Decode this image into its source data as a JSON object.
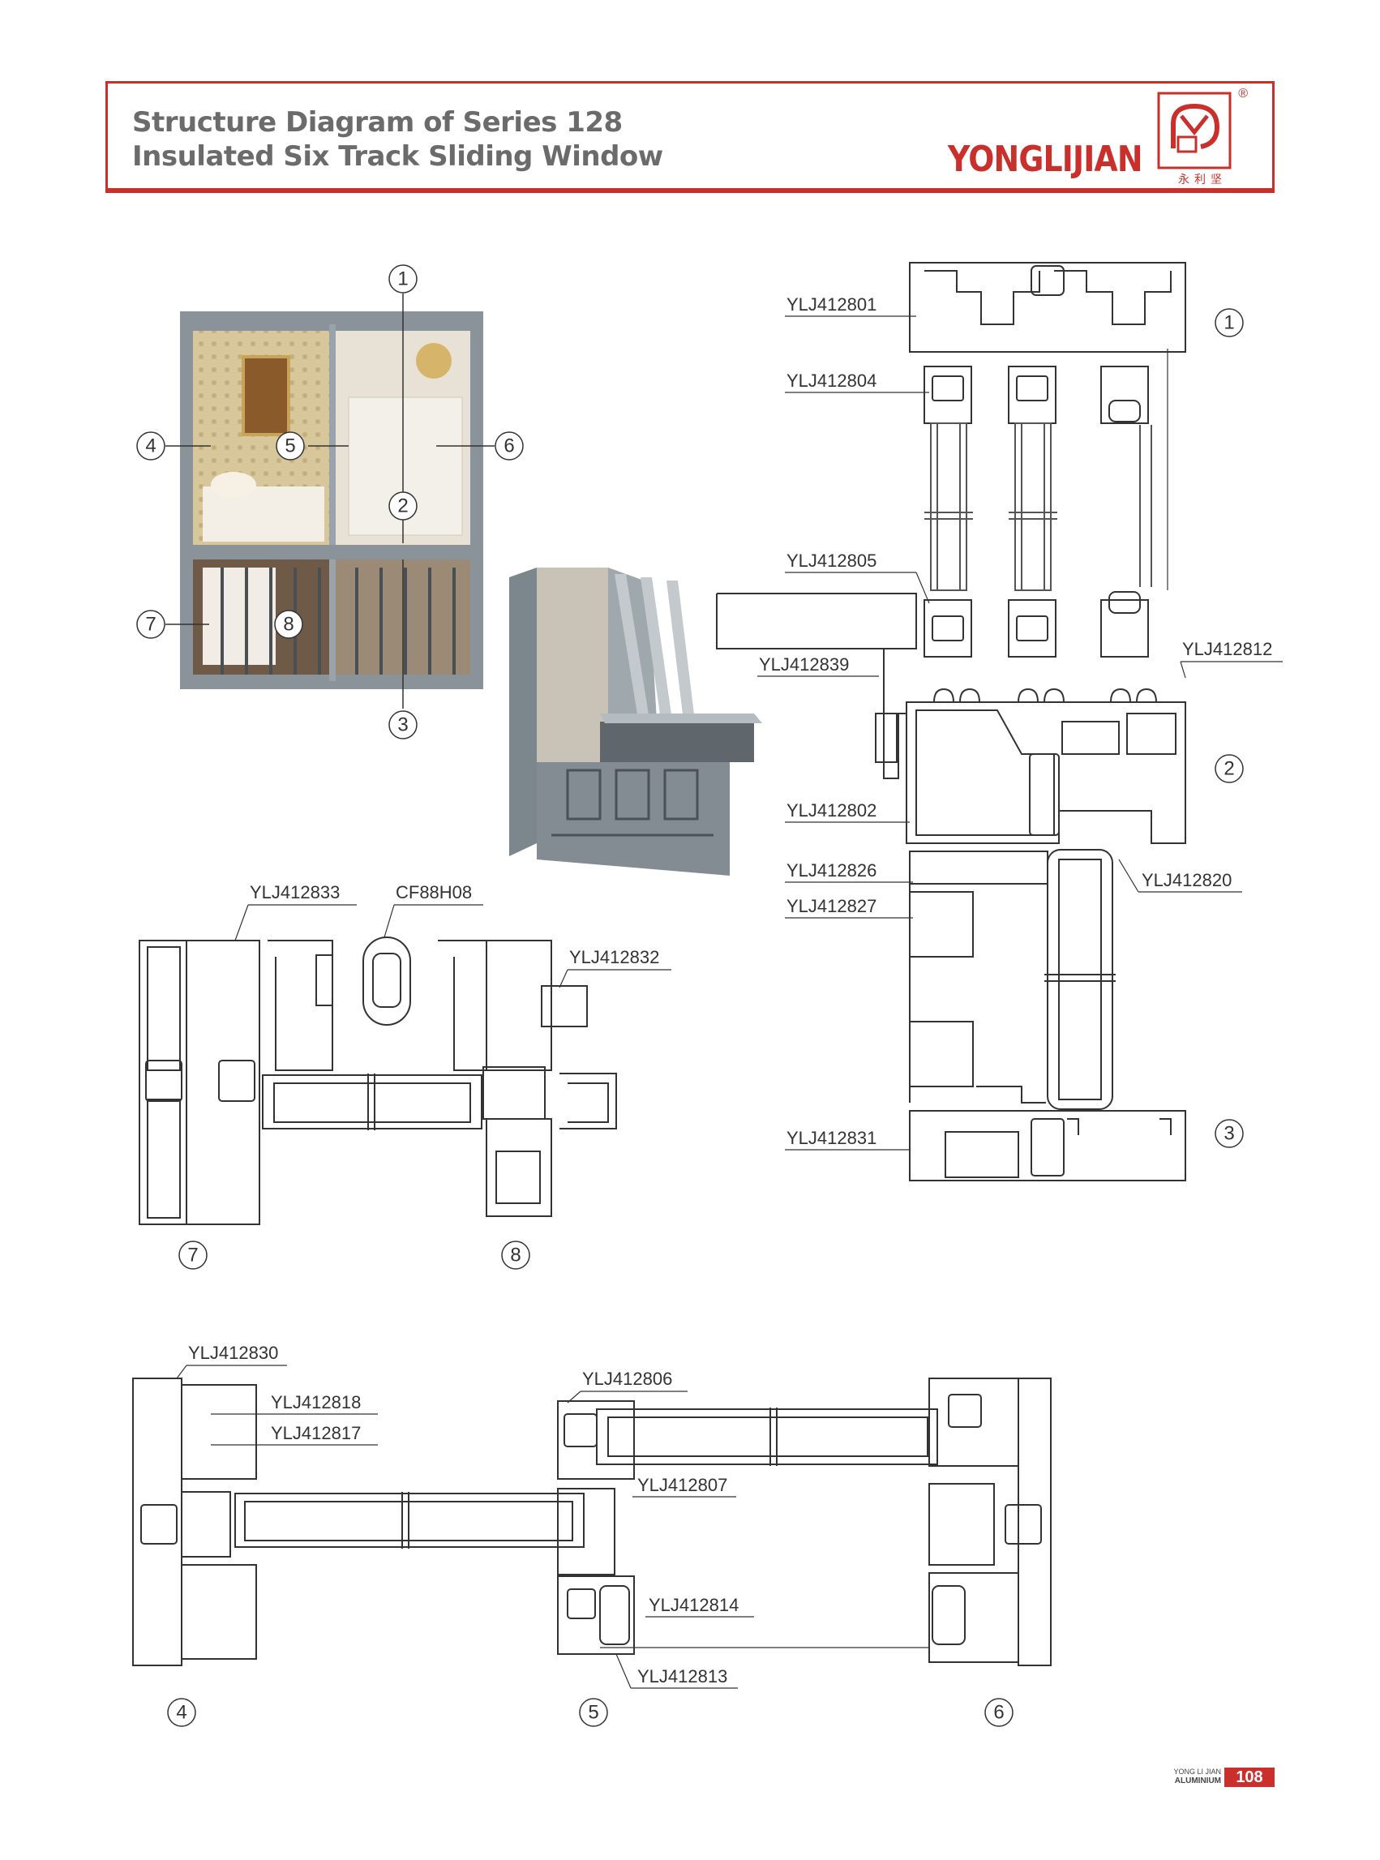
{
  "header": {
    "title_line1": "Structure Diagram of Series 128",
    "title_line2": "Insulated Six Track Sliding Window",
    "brand": "YONGLIJIAN",
    "brand_cn": "永利坚",
    "registered": "®"
  },
  "labels": {
    "p801": "YLJ412801",
    "p804": "YLJ412804",
    "p805": "YLJ412805",
    "p839": "YLJ412839",
    "p812": "YLJ412812",
    "p802": "YLJ412802",
    "p826": "YLJ412826",
    "p827": "YLJ412827",
    "p820": "YLJ412820",
    "p831": "YLJ412831",
    "p833": "YLJ412833",
    "cf": "CF88H08",
    "p832": "YLJ412832",
    "p830": "YLJ412830",
    "p818": "YLJ412818",
    "p817": "YLJ412817",
    "p806": "YLJ412806",
    "p807": "YLJ412807",
    "p814": "YLJ412814",
    "p813": "YLJ412813"
  },
  "markers": {
    "m1": "1",
    "m2": "2",
    "m3": "3",
    "m4": "4",
    "m5": "5",
    "m6": "6",
    "m7": "7",
    "m8": "8"
  },
  "footer": {
    "brand_line1": "YONG LI JIAN",
    "brand_line2": "ALUMINIUM",
    "page": "108"
  },
  "colors": {
    "accent": "#c9302c",
    "frame": "#8a9399",
    "profile_line": "#333333"
  }
}
